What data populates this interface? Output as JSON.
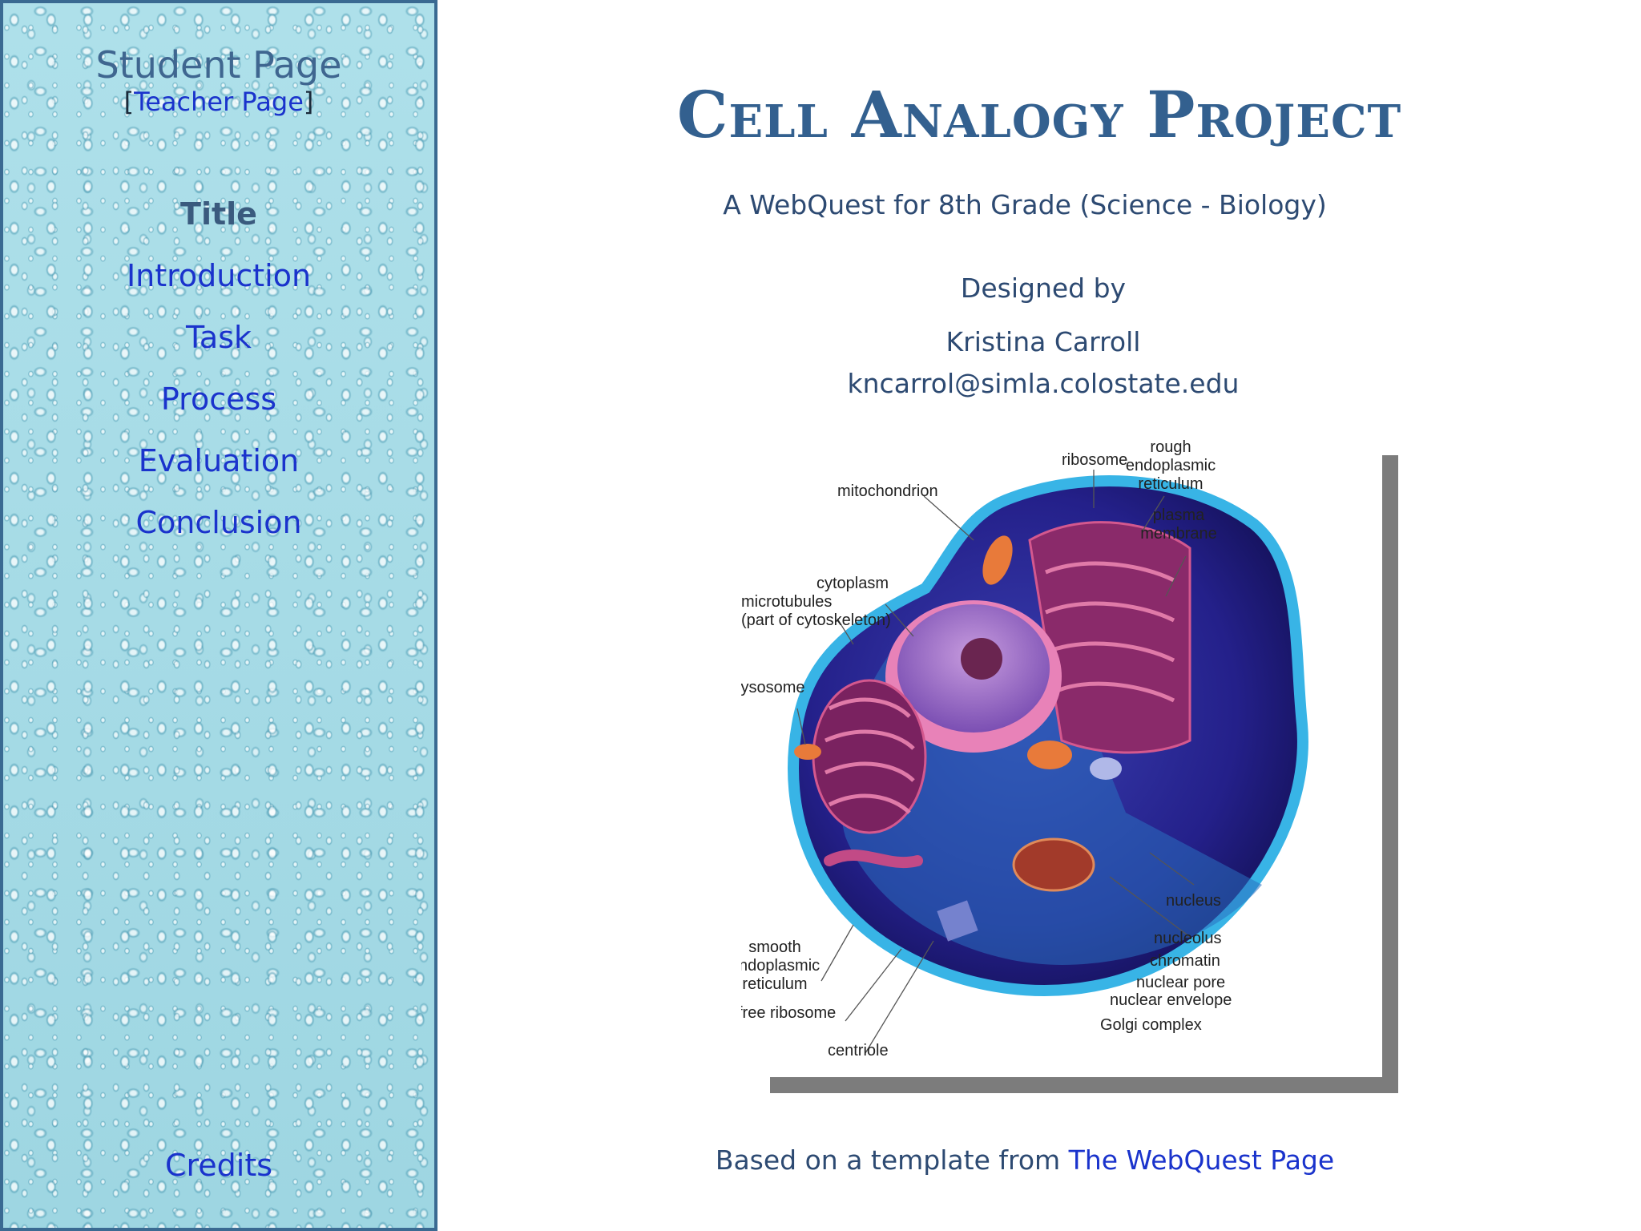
{
  "sidebar": {
    "title": "Student Page",
    "teacher_open": "[",
    "teacher_link": "Teacher Page",
    "teacher_close": "]",
    "nav": {
      "title": "Title",
      "introduction": "Introduction",
      "task": "Task",
      "process": "Process",
      "evaluation": "Evaluation",
      "conclusion": "Conclusion"
    },
    "credits": "Credits"
  },
  "main": {
    "title": "Cell Analogy Project",
    "subtitle": "A WebQuest for 8th Grade (Science - Biology)",
    "designed_by": "Designed by",
    "author": "Kristina Carroll",
    "email": "kncarrol@simla.colostate.edu",
    "footer_text": "Based on a template from ",
    "footer_link": "The WebQuest Page"
  },
  "diagram_labels": {
    "ribosome": "ribosome",
    "rough_er_1": "rough",
    "rough_er_2": "endoplasmic",
    "rough_er_3": "reticulum",
    "mitochondrion": "mitochondrion",
    "plasma_1": "plasma",
    "plasma_2": "membrane",
    "cytoplasm": "cytoplasm",
    "microtubules_1": "microtubules",
    "microtubules_2": "(part of cytoskeleton)",
    "lysosome": "lysosome",
    "nucleus": "nucleus",
    "nucleolus": "nucleolus",
    "chromatin": "chromatin",
    "nuclear_pore": "nuclear pore",
    "nuclear_envelope": "nuclear envelope",
    "golgi": "Golgi complex",
    "smooth_er_1": "smooth",
    "smooth_er_2": "endoplasmic",
    "smooth_er_3": "reticulum",
    "free_ribosome": "free ribosome",
    "centriole": "centriole"
  },
  "colors": {
    "link": "#1a33cc",
    "heading": "#33608f",
    "sidebar_border": "#3a6a92"
  }
}
